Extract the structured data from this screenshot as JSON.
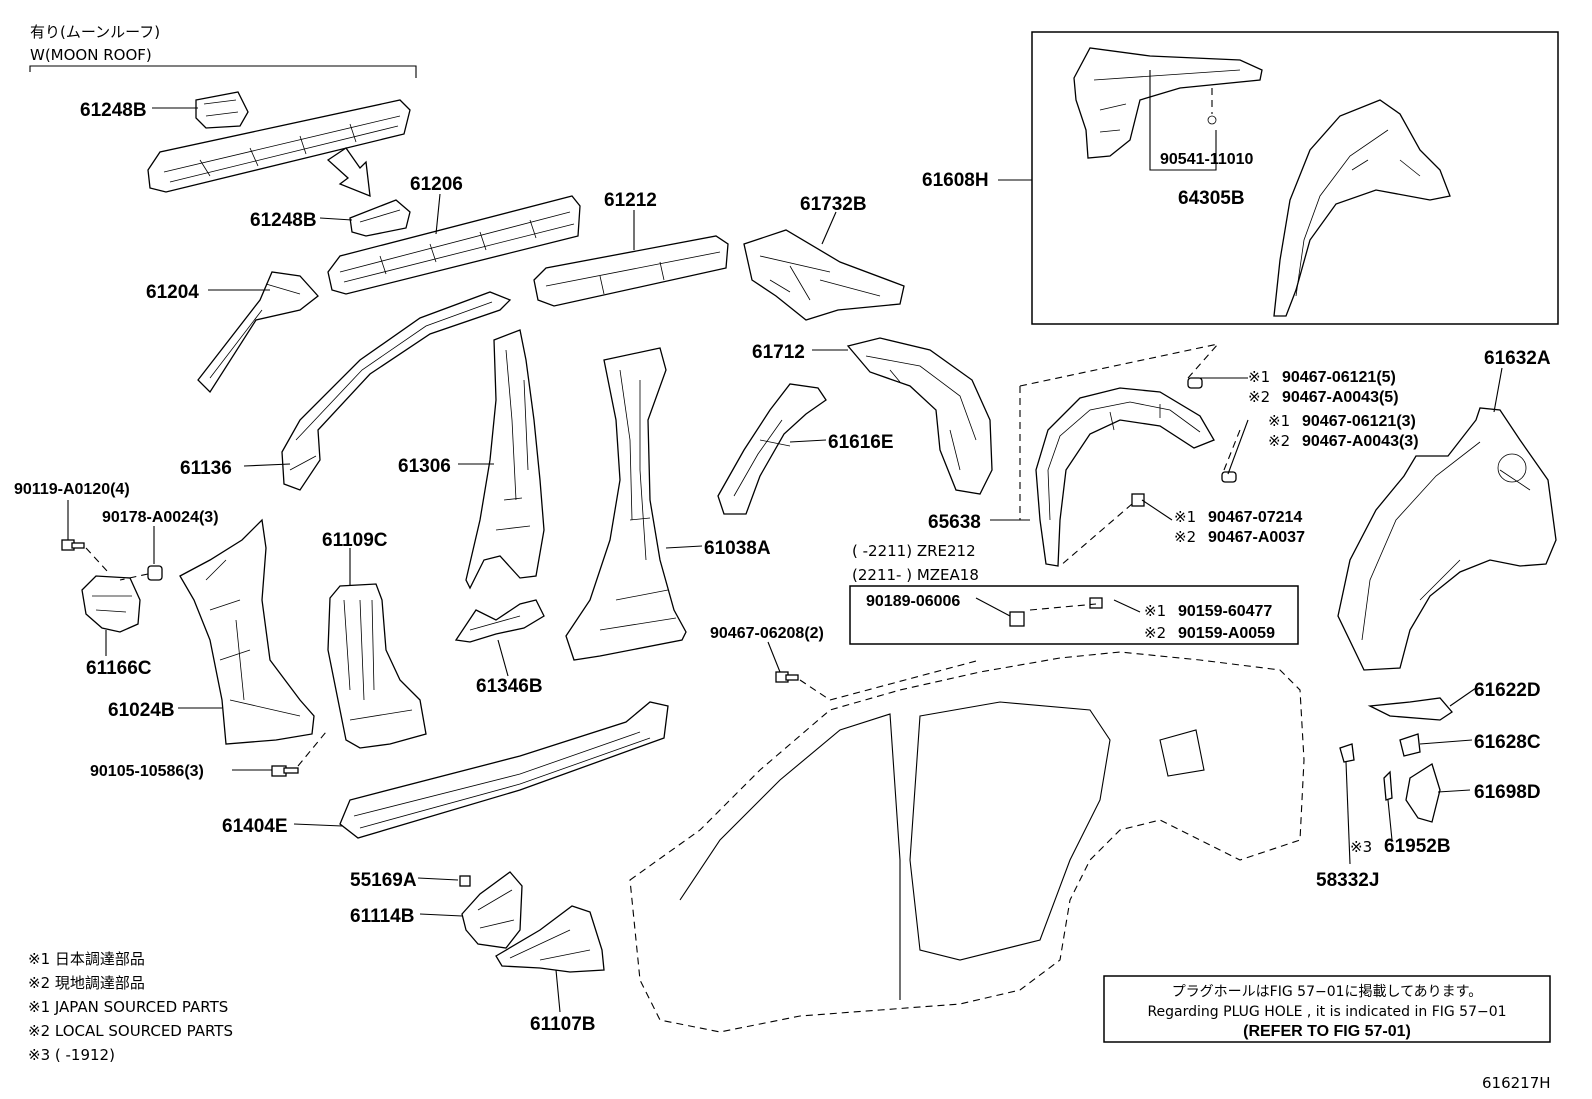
{
  "header": {
    "moonroof_jp": "有り(ムーンルーフ)",
    "moonroof_en": "W(MOON ROOF)"
  },
  "parts": {
    "p61248B_a": "61248B",
    "p61248B_b": "61248B",
    "p61206": "61206",
    "p61212": "61212",
    "p61732B": "61732B",
    "p61608H": "61608H",
    "p90541": "90541-11010",
    "p64305B": "64305B",
    "p61204": "61204",
    "p61136": "61136",
    "p61306": "61306",
    "p61712": "61712",
    "p61616E": "61616E",
    "p61632A": "61632A",
    "p65638": "65638",
    "p61038A": "61038A",
    "p61109C": "61109C",
    "p61024B": "61024B",
    "p61166C": "61166C",
    "p61346B": "61346B",
    "p90119": "90119-A0120(4)",
    "p90178": "90178-A0024(3)",
    "p90105": "90105-10586(3)",
    "p61404E": "61404E",
    "p55169A": "55169A",
    "p61114B": "61114B",
    "p61107B": "61107B",
    "p90467_06208": "90467-06208(2)",
    "p90189": "90189-06006",
    "p61622D": "61622D",
    "p61628C": "61628C",
    "p61698D": "61698D",
    "p61952B": "61952B",
    "p58332J": "58332J"
  },
  "marked_parts": {
    "a1_sym": "※1",
    "a1": "90467-06121(5)",
    "a2_sym": "※2",
    "a2": "90467-A0043(5)",
    "b1_sym": "※1",
    "b1": "90467-06121(3)",
    "b2_sym": "※2",
    "b2": "90467-A0043(3)",
    "c1_sym": "※1",
    "c1": "90467-07214",
    "c2_sym": "※2",
    "c2": "90467-A0037",
    "d1_sym": "※1",
    "d1": "90159-60477",
    "d2_sym": "※2",
    "d2": "90159-A0059",
    "e_sym": "※3"
  },
  "model_notes": {
    "zre": "(       -2211) ZRE212",
    "mzea": "(2211-       ) MZEA18"
  },
  "legend": [
    "※1  日本調達部品",
    "※2  現地調達部品",
    "※1  JAPAN SOURCED PARTS",
    "※2  LOCAL SOURCED PARTS",
    "※3 (       -1912)"
  ],
  "info_box": {
    "line1": "プラグホールはFIG 57−01に掲載してあります。",
    "line2": "Regarding  PLUG  HOLE , it is indicated in  FIG  57−01",
    "line3": "(REFER TO FIG 57-01)"
  },
  "figure_id": "616217H"
}
